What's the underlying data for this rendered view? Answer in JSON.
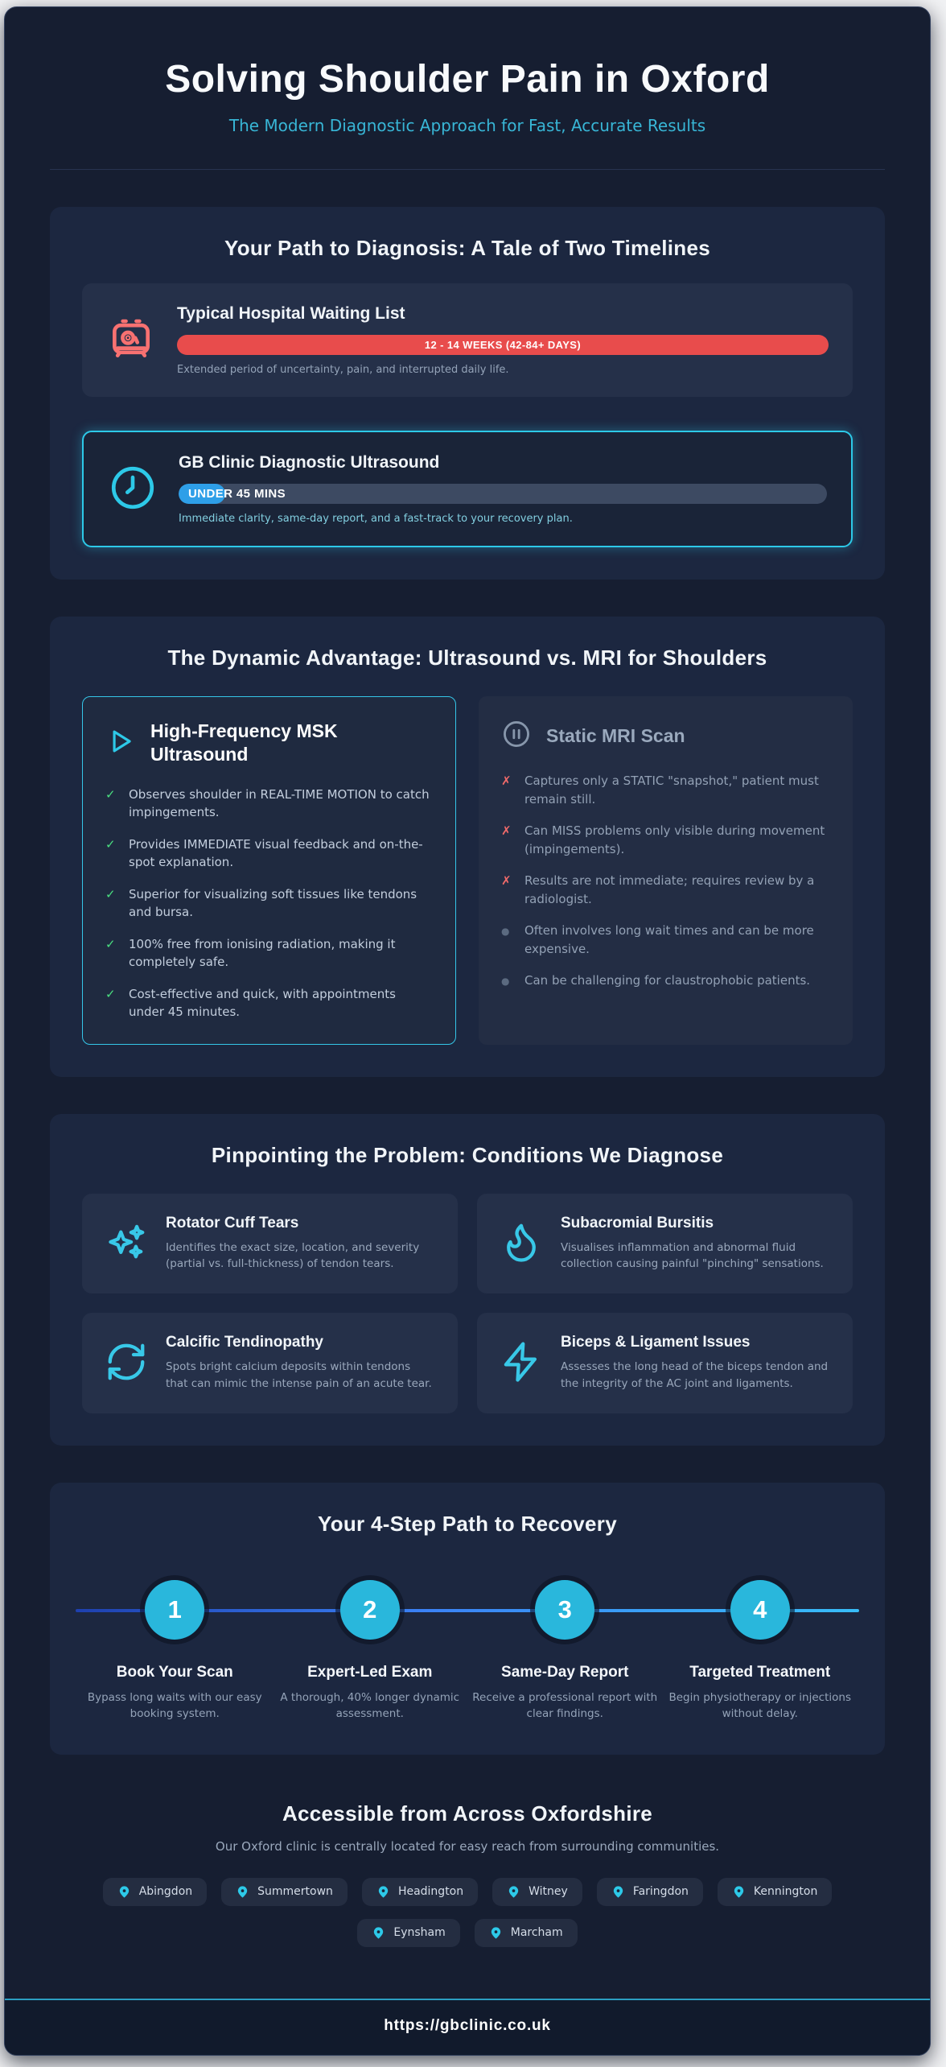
{
  "page": {
    "title": "Solving Shoulder Pain in Oxford",
    "subtitle": "The Modern Diagnostic Approach for Fast, Accurate Results",
    "footer_url": "https://gbclinic.co.uk"
  },
  "colors": {
    "accent_cyan": "#2dc9e8",
    "accent_blue": "#2e9fe8",
    "danger_red": "#e84c4c",
    "salmon": "#f87171",
    "success_green": "#4ade80"
  },
  "timelines": {
    "heading": "Your Path to Diagnosis: A Tale of Two Timelines",
    "hospital": {
      "icon": "alarm-clock-icon",
      "title": "Typical Hospital Waiting List",
      "bar_label": "12 - 14 WEEKS (42-84+ DAYS)",
      "caption": "Extended period of uncertainty, pain, and interrupted daily life."
    },
    "clinic": {
      "icon": "clock-icon",
      "title": "GB Clinic Diagnostic Ultrasound",
      "bar_label": "UNDER 45 MINS",
      "caption": "Immediate clarity, same-day report, and a fast-track to your recovery plan."
    }
  },
  "comparison": {
    "heading": "The Dynamic Advantage: Ultrasound vs. MRI for Shoulders",
    "ultrasound": {
      "icon": "play-icon",
      "title": "High-Frequency MSK Ultrasound",
      "items": [
        {
          "marker": "✓",
          "text": "Observes shoulder in REAL-TIME MOTION to catch impingements."
        },
        {
          "marker": "✓",
          "text": "Provides IMMEDIATE visual feedback and on-the-spot explanation."
        },
        {
          "marker": "✓",
          "text": "Superior for visualizing soft tissues like tendons and bursa."
        },
        {
          "marker": "✓",
          "text": "100% free from ionising radiation, making it completely safe."
        },
        {
          "marker": "✓",
          "text": "Cost-effective and quick, with appointments under 45 minutes."
        }
      ]
    },
    "mri": {
      "icon": "pause-circle-icon",
      "title": "Static MRI Scan",
      "items": [
        {
          "marker": "✗",
          "text": "Captures only a STATIC \"snapshot,\" patient must remain still."
        },
        {
          "marker": "✗",
          "text": "Can MISS problems only visible during movement (impingements)."
        },
        {
          "marker": "✗",
          "text": "Results are not immediate; requires review by a radiologist."
        },
        {
          "marker": "●",
          "text": "Often involves long wait times and can be more expensive."
        },
        {
          "marker": "●",
          "text": "Can be challenging for claustrophobic patients."
        }
      ]
    }
  },
  "conditions": {
    "heading": "Pinpointing the Problem: Conditions We Diagnose",
    "cards": [
      {
        "icon": "sparkles-icon",
        "title": "Rotator Cuff Tears",
        "text": "Identifies the exact size, location, and severity (partial vs. full-thickness) of tendon tears."
      },
      {
        "icon": "flame-icon",
        "title": "Subacromial Bursitis",
        "text": "Visualises inflammation and abnormal fluid collection causing painful \"pinching\" sensations."
      },
      {
        "icon": "circular-arrows-icon",
        "title": "Calcific Tendinopathy",
        "text": "Spots bright calcium deposits within tendons that can mimic the intense pain of an acute tear."
      },
      {
        "icon": "zap-icon",
        "title": "Biceps & Ligament Issues",
        "text": "Assesses the long head of the biceps tendon and the integrity of the AC joint and ligaments."
      }
    ]
  },
  "steps": {
    "heading": "Your 4-Step Path to Recovery",
    "items": [
      {
        "number": "1",
        "title": "Book Your Scan",
        "text": "Bypass long waits with our easy booking system."
      },
      {
        "number": "2",
        "title": "Expert-Led Exam",
        "text": "A thorough, 40% longer dynamic assessment."
      },
      {
        "number": "3",
        "title": "Same-Day Report",
        "text": "Receive a professional report with clear findings."
      },
      {
        "number": "4",
        "title": "Targeted Treatment",
        "text": "Begin physiotherapy or injections without delay."
      }
    ]
  },
  "locations": {
    "heading": "Accessible from Across Oxfordshire",
    "subtitle": "Our Oxford clinic is centrally located for easy reach from surrounding communities.",
    "places": [
      "Abingdon",
      "Summertown",
      "Headington",
      "Witney",
      "Faringdon",
      "Kennington",
      "Eynsham",
      "Marcham"
    ]
  }
}
